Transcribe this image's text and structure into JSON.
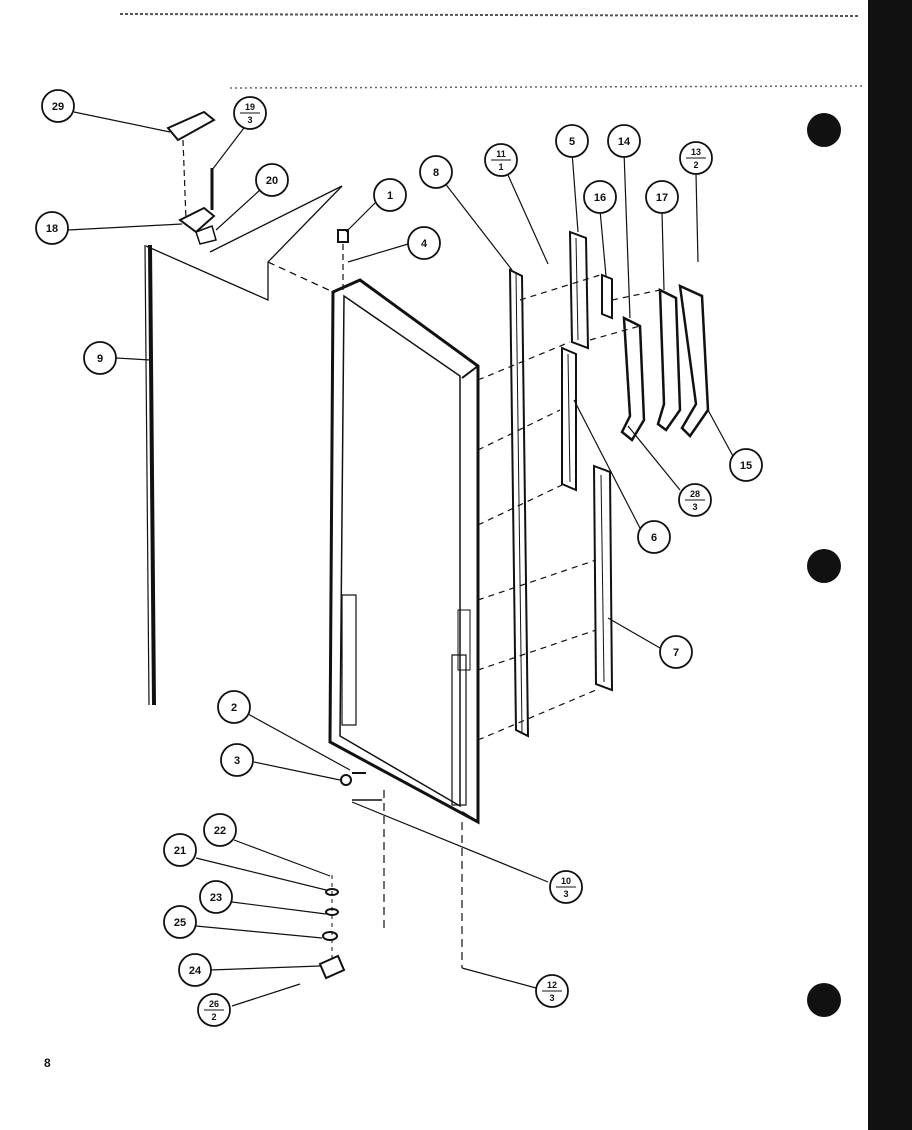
{
  "page_number": "8",
  "callouts": [
    {
      "id": "c29",
      "main": "29"
    },
    {
      "id": "c19",
      "main": "19",
      "sub": "3"
    },
    {
      "id": "c20",
      "main": "20"
    },
    {
      "id": "c18",
      "main": "18"
    },
    {
      "id": "c1",
      "main": "1"
    },
    {
      "id": "c4",
      "main": "4"
    },
    {
      "id": "c8",
      "main": "8"
    },
    {
      "id": "c11",
      "main": "11",
      "sub": "1"
    },
    {
      "id": "c5",
      "main": "5"
    },
    {
      "id": "c14",
      "main": "14"
    },
    {
      "id": "c16",
      "main": "16"
    },
    {
      "id": "c17",
      "main": "17"
    },
    {
      "id": "c13",
      "main": "13",
      "sub": "2"
    },
    {
      "id": "c9",
      "main": "9"
    },
    {
      "id": "c15",
      "main": "15"
    },
    {
      "id": "c28",
      "main": "28",
      "sub": "3"
    },
    {
      "id": "c6",
      "main": "6"
    },
    {
      "id": "c7",
      "main": "7"
    },
    {
      "id": "c2",
      "main": "2"
    },
    {
      "id": "c3",
      "main": "3"
    },
    {
      "id": "c22",
      "main": "22"
    },
    {
      "id": "c10",
      "main": "10",
      "sub": "3"
    },
    {
      "id": "c21",
      "main": "21"
    },
    {
      "id": "c23",
      "main": "23"
    },
    {
      "id": "c25",
      "main": "25"
    },
    {
      "id": "c24",
      "main": "24"
    },
    {
      "id": "c26",
      "main": "26",
      "sub": "2"
    },
    {
      "id": "c12",
      "main": "12",
      "sub": "3"
    }
  ]
}
